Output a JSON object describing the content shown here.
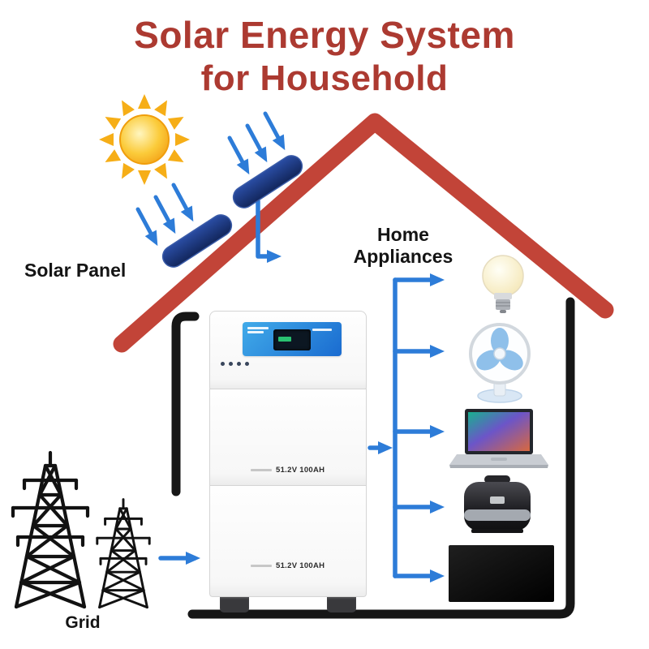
{
  "title": {
    "line1": "Solar Energy System",
    "line2": "for Household"
  },
  "labels": {
    "solar_panel": "Solar Panel",
    "home_line1": "Home",
    "home_line2": "Appliances",
    "grid": "Grid"
  },
  "battery": {
    "module2_label": "51.2V 100AH",
    "module3_label": "51.2V 100AH"
  },
  "icons": {
    "sun": "sun-icon",
    "solar_panels": [
      "solar-panel-1",
      "solar-panel-2"
    ],
    "grid_towers": [
      "transmission-tower-large",
      "transmission-tower-small"
    ],
    "appliances": [
      "light-bulb",
      "desk-fan",
      "laptop",
      "rice-cooker",
      "television"
    ]
  },
  "colors": {
    "title_red": "#AC3A31",
    "roof_red": "#C24438",
    "arrow_blue": "#2D7CD8",
    "panel_navy": "#1C3C86",
    "outline_black": "#161616"
  }
}
